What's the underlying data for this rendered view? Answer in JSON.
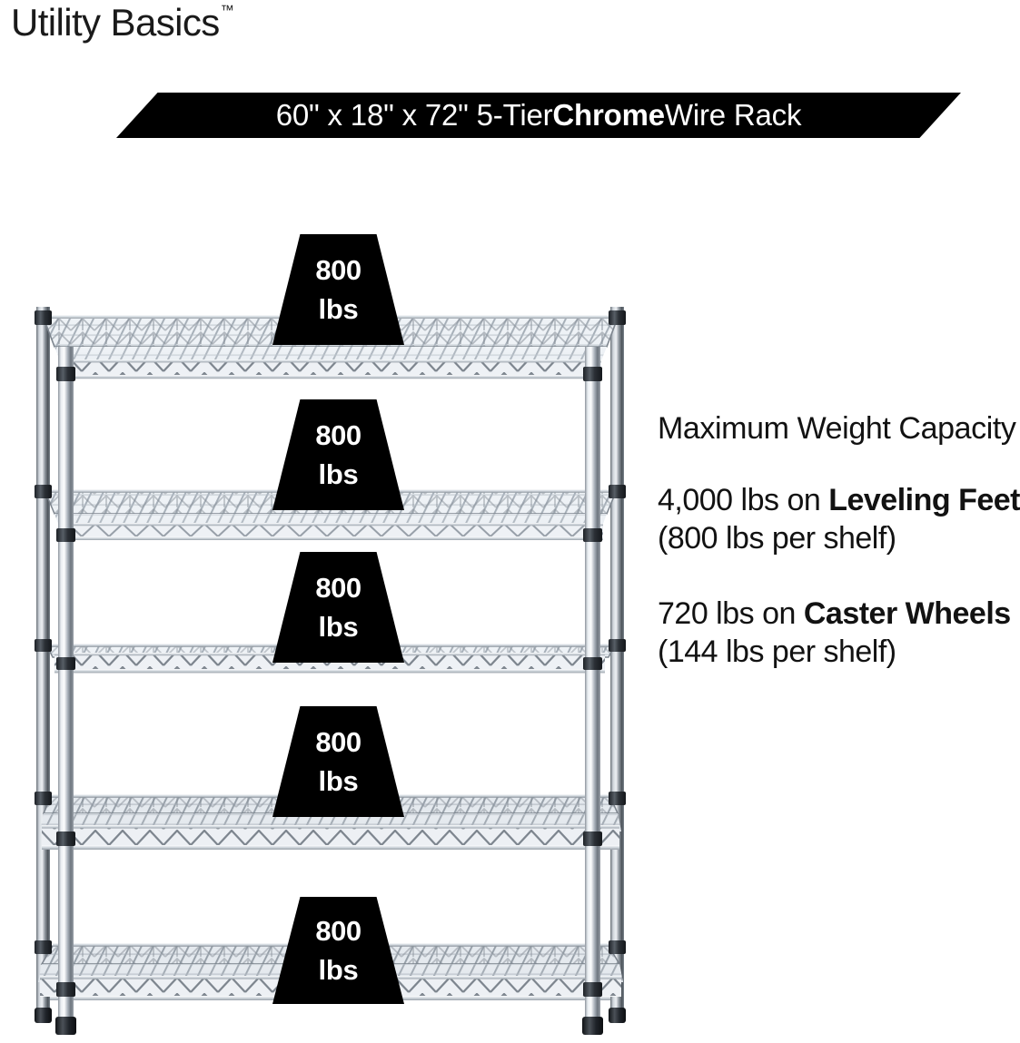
{
  "brand": {
    "name": "Utility Basics",
    "trademark": "™"
  },
  "banner": {
    "text_pre": "60\" x 18\" x 72\" 5-Tier ",
    "text_bold": "Chrome",
    "text_post": " Wire Rack",
    "full_text": "60\" x 18\" x 72\" 5-Tier Chrome Wire Rack",
    "background_color": "#000000",
    "text_color": "#ffffff"
  },
  "product": {
    "type": "wire-shelving-rack",
    "tier_count": 5,
    "finish": "Chrome",
    "dimensions": "60\" x 18\" x 72\""
  },
  "capacity_callouts": [
    {
      "value": "800",
      "unit": "lbs",
      "shelf_index": 1
    },
    {
      "value": "800",
      "unit": "lbs",
      "shelf_index": 2
    },
    {
      "value": "800",
      "unit": "lbs",
      "shelf_index": 3
    },
    {
      "value": "800",
      "unit": "lbs",
      "shelf_index": 4
    },
    {
      "value": "800",
      "unit": "lbs",
      "shelf_index": 5
    }
  ],
  "copy": {
    "heading": "Maximum Weight Capacity",
    "leveling": {
      "pre": "4,000 lbs on ",
      "bold": "Leveling Feet",
      "post": " (800 lbs per shelf)",
      "full": "4,000 lbs on Leveling Feet (800 lbs per shelf)"
    },
    "caster": {
      "pre": "720 lbs on ",
      "bold": "Caster Wheels",
      "post": " (144 lbs per shelf)",
      "full": "720 lbs on Caster Wheels (144 lbs per shelf)"
    }
  },
  "colors": {
    "background": "#ffffff",
    "text": "#121212",
    "accent_black": "#000000",
    "chrome_light": "#f2f4f7",
    "chrome_mid": "#b9c0c9",
    "chrome_dark": "#6e767f",
    "collar": "#2b2f35"
  }
}
